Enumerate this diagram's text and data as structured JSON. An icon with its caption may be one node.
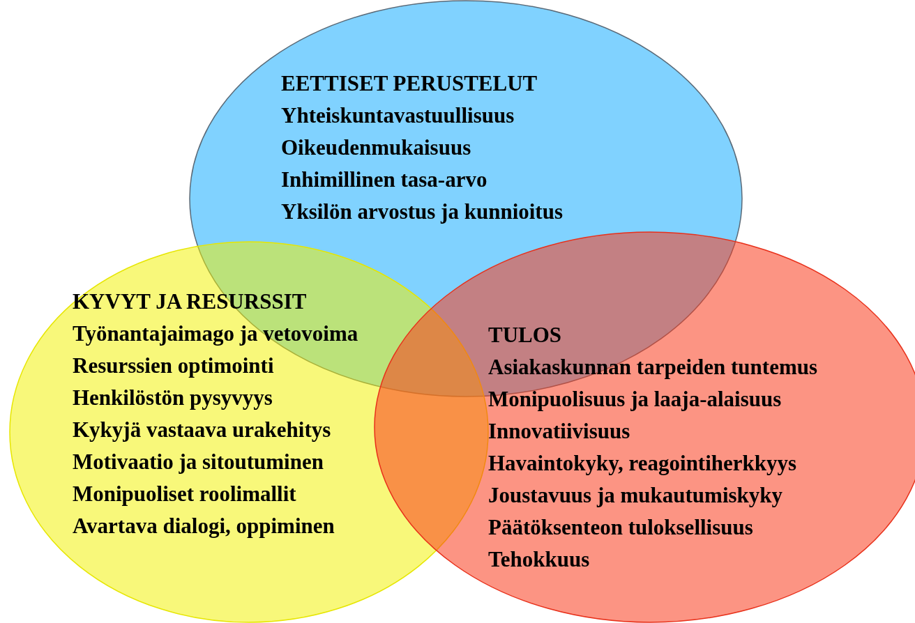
{
  "diagram": {
    "nodes": [
      {
        "text": [
          "EETTISET PERUSTELUT",
          "Yhteiskuntavastuullisuus",
          "Oikeudenmukaisuus",
          "Inhimillinen tasa-arvo",
          "Yksilön arvostus ja kunnioitus"
        ]
      },
      {
        "text": [
          "KYVYT JA RESURSSIT",
          "Työnantajaimago ja vetovoima",
          "Resurssien optimointi",
          "Henkilöstön pysyvyys",
          "Kykyjä vastaava urakehitys",
          "Motivaatio ja sitoutuminen",
          "Monipuoliset roolimallit",
          "Avartava dialogi, oppiminen"
        ]
      },
      {
        "text": [
          "TULOS",
          "Asiakaskunnan tarpeiden tuntemus",
          "Monipuolisuus ja laaja-alaisuus",
          "Innovatiivisuus",
          "Havaintokyky, reagointiherkkyys",
          "Joustavuus ja mukautumiskyky",
          "Päätöksenteon tuloksellisuus",
          "Tehokkuus"
        ]
      }
    ]
  }
}
